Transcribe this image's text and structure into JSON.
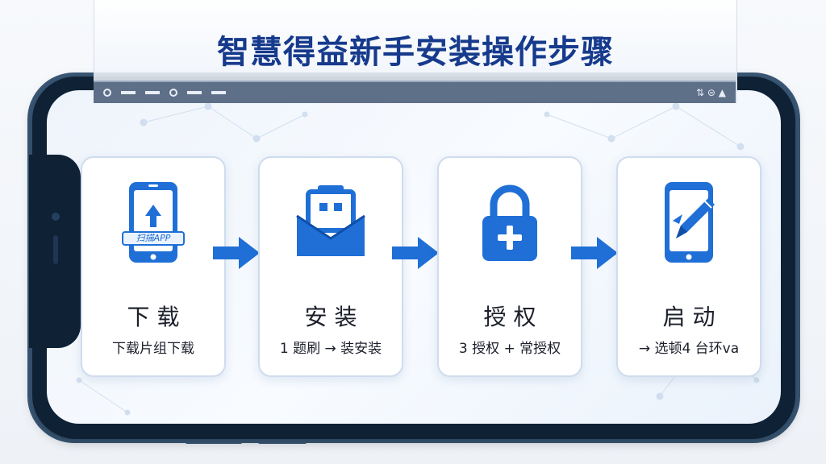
{
  "title": "智慧得益新手安装操作步骤",
  "status_bar": {
    "right_text": "⇅ ⊜ ▲"
  },
  "steps": [
    {
      "title": "下 载",
      "subtitle": "下载片组下载",
      "icon": "phone-upload-icon",
      "icon_label": "扫描APP"
    },
    {
      "title": "安 装",
      "subtitle": "1 题刷 → 装安装",
      "icon": "toolbox-icon"
    },
    {
      "title": "授 权",
      "subtitle": "3 授权 + 常授权",
      "icon": "padlock-icon"
    },
    {
      "title": "启 动",
      "subtitle": "→ 选顿4 台环va",
      "icon": "phone-pen-icon"
    }
  ],
  "colors": {
    "accent": "#1f6fd6",
    "title": "#163a8c",
    "card_border": "#cfdcee"
  }
}
